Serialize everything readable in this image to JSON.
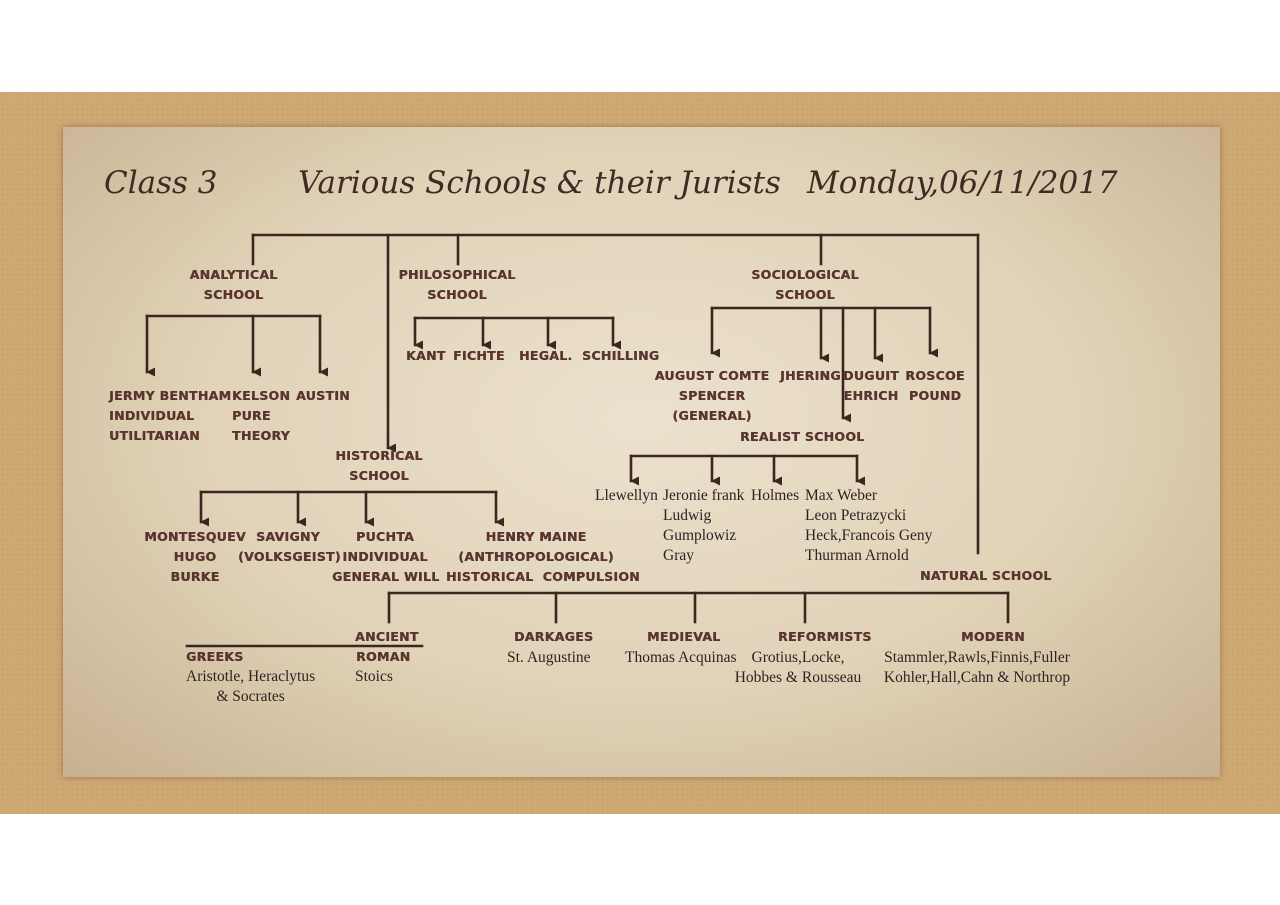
{
  "header": {
    "class_label": "Class 3",
    "title": "Various Schools & their Jurists",
    "date": "Monday,06/11/2017"
  },
  "analytical": {
    "label": "ANALYTICAL\nSCHOOL",
    "jurists": [
      "JERMY BENTHAM\nINDIVIDUAL\nUTILITARIAN",
      "KELSON\nPURE\nTHEORY",
      "AUSTIN"
    ]
  },
  "philosophical": {
    "label": "PHILOSOPHICAL\nSCHOOL",
    "jurists": [
      "KANT",
      "FICHTE",
      "HEGAL.",
      "SCHILLING"
    ]
  },
  "sociological": {
    "label": "SOCIOLOGICAL\nSCHOOL",
    "jurists": [
      "AUGUST COMTE\nSPENCER\n(GENERAL)",
      "JHERING",
      "DUGUIT\nEHRICH",
      "ROSCOE\nPOUND"
    ]
  },
  "realist": {
    "label": "REALIST SCHOOL",
    "jurists": [
      "Llewellyn",
      "Jeronie frank\nLudwig\nGumplowiz\nGray",
      "Holmes",
      "Max Weber\nLeon Petrazycki\nHeck,Francois Geny\nThurman Arnold"
    ]
  },
  "historical": {
    "label": "HISTORICAL\nSCHOOL",
    "jurists": [
      "MONTESQUEV\nHUGO\nBURKE",
      "SAVIGNY\n(VOLKSGEIST)",
      "PUCHTA\nINDIVIDUAL\nGENERAL WILL",
      "HENRY MAINE\n(ANTHROPOLOGICAL)\nHISTORICAL  COMPULSION"
    ]
  },
  "natural": {
    "label": "NATURAL SCHOOL",
    "ancient_label": "ANCIENT",
    "greeks_label": "GREEKS",
    "greeks_jurists": "Aristotle, Heraclytus\n& Socrates",
    "roman_label": "ROMAN",
    "roman_jurists": "Stoics",
    "darkages_label": "DARKAGES",
    "darkages_jurists": "St. Augustine",
    "medieval_label": "MEDIEVAL",
    "medieval_jurists": "Thomas Acquinas",
    "reformists_label": "REFORMISTS",
    "reformists_jurists": "Grotius,Locke,\nHobbes & Rousseau",
    "modern_label": "MODERN",
    "modern_jurists": "Stammler,Rawls,Finnis,Fuller\nKohler,Hall,Cahn & Northrop"
  }
}
